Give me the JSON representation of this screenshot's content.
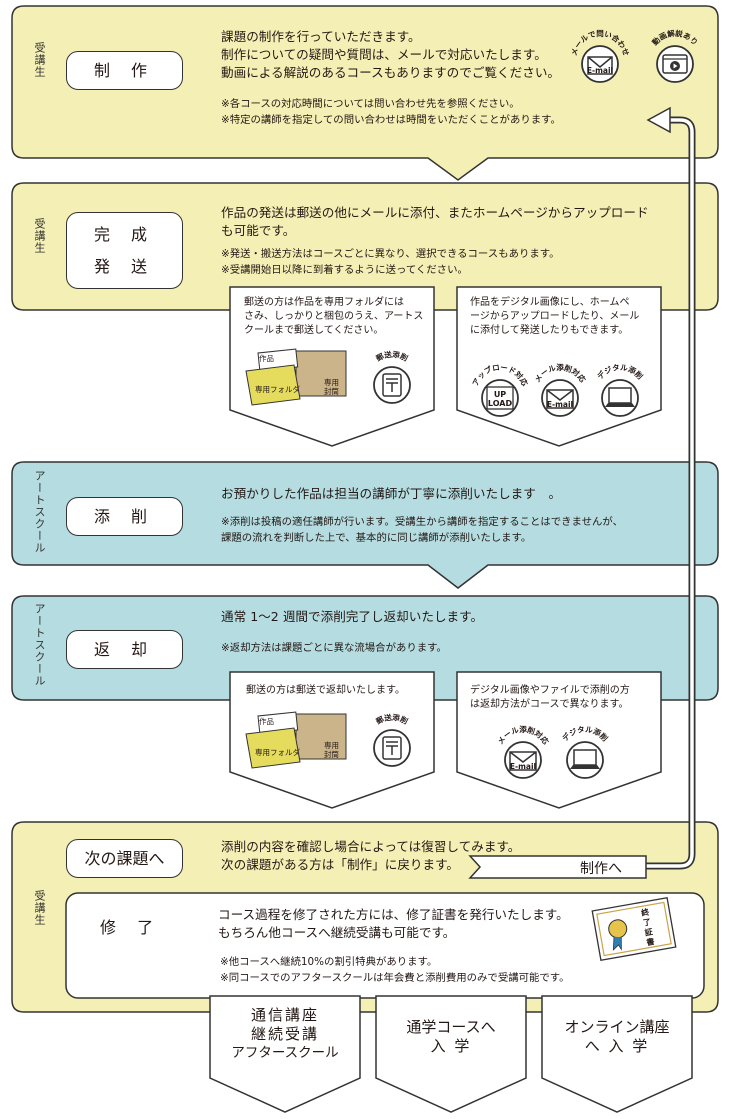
{
  "colors": {
    "yellow": "#f4f0b5",
    "teal": "#b5dde1",
    "stroke": "#333333"
  },
  "sections": {
    "s1": {
      "side": "受講生",
      "step": "制 作",
      "lines": [
        "課題の制作を行っていただきます。",
        "制作についての疑問や質問は、メールで対応いたします。",
        "動画による解説のあるコースもありますのでご覧ください。"
      ],
      "notes": [
        "※各コースの対応時間については問い合わせ先を参照ください。",
        "※特定の講師を指定しての問い合わせは時間をいただくことがあります。"
      ],
      "icon_mail_arc": "メールで問い合わせ",
      "icon_mail_label": "E-mail",
      "icon_video_arc": "動画解説あり"
    },
    "s2": {
      "side": "受講生",
      "step_line1": "完 成",
      "step_line2": "発 送",
      "lines": [
        "作品の発送は郵送の他にメールに添付、またホームページからアップロード",
        "も可能です。"
      ],
      "notes": [
        "※発送・搬送方法はコースごとに異なり、選択できるコースもあります。",
        "※受講開始日以降に到着するように送ってください。"
      ],
      "callout_left": [
        "郵送の方は作品を専用フォルダには",
        "さみ、しっかりと梱包のうえ、アートス",
        "クールまで郵送してください。"
      ],
      "callout_right": [
        "作品をデジタル画像にし、ホームペ",
        "ージからアップロードしたり、メール",
        "に添付して発送したりもできます。"
      ],
      "folder_tab": "作品",
      "folder_label": "専用フォルダ",
      "envelope_label_1": "専用",
      "envelope_label_2": "封筒",
      "post_tag": "郵送添削",
      "upload_tag": "アップロード対応",
      "upload_label_1": "UP",
      "upload_label_2": "LOAD",
      "mail_tag": "メール添削対応",
      "mail_label": "E-mail",
      "digital_tag": "デジタル添削"
    },
    "s3": {
      "side": "アートスクール",
      "step": "添 削",
      "line": "お預かりした作品は担当の講師が丁寧に添削いたします　。",
      "notes": [
        "※添削は投稿の適任講師が行います。受講生から講師を指定することはできませんが、",
        "課題の流れを判断した上で、基本的に同じ講師が添削いたします。"
      ]
    },
    "s4": {
      "side": "アートスクール",
      "step": "返 却",
      "line": "通常 1〜2 週間で添削完了し返却いたします。",
      "note": "※返却方法は課題ごとに異な流場合があります。",
      "callout_left": [
        "郵送の方は郵送で返却いたします。"
      ],
      "callout_right": [
        "デジタル画像やファイルで添削の方",
        "は返却方法がコースで異なります。"
      ],
      "folder_tab": "作品",
      "folder_label": "専用フォルダ",
      "envelope_label_1": "専用",
      "envelope_label_2": "封筒",
      "post_tag": "郵送添削",
      "mail_tag": "メール添削対応",
      "mail_label": "E-mail",
      "digital_tag": "デジタル添削"
    },
    "s5": {
      "side": "受講生",
      "next_step": "次の課題へ",
      "next_lines": [
        "添削の内容を確認し場合によっては復習してみます。",
        "次の課題がある方は「制作」に戻ります。"
      ],
      "back_label": "制作へ",
      "finish_step": "修 了",
      "finish_lines": [
        "コース過程を修了された方には、修了証書を発行いたします。",
        "もちろん他コースへ継続受講も可能です。"
      ],
      "finish_notes": [
        "※他コースへ継続10%の割引特典があります。",
        "※同コースでのアフタースクールは年会費と添削費用のみで受講可能です。"
      ],
      "certificate_text": "終了証書"
    }
  },
  "destinations": [
    {
      "lines": [
        "通信講座",
        "継続受講",
        "アフタースクール"
      ]
    },
    {
      "lines": [
        "通学コースへ",
        "入 学"
      ]
    },
    {
      "lines": [
        "オンライン講座",
        "へ 入 学"
      ]
    }
  ]
}
